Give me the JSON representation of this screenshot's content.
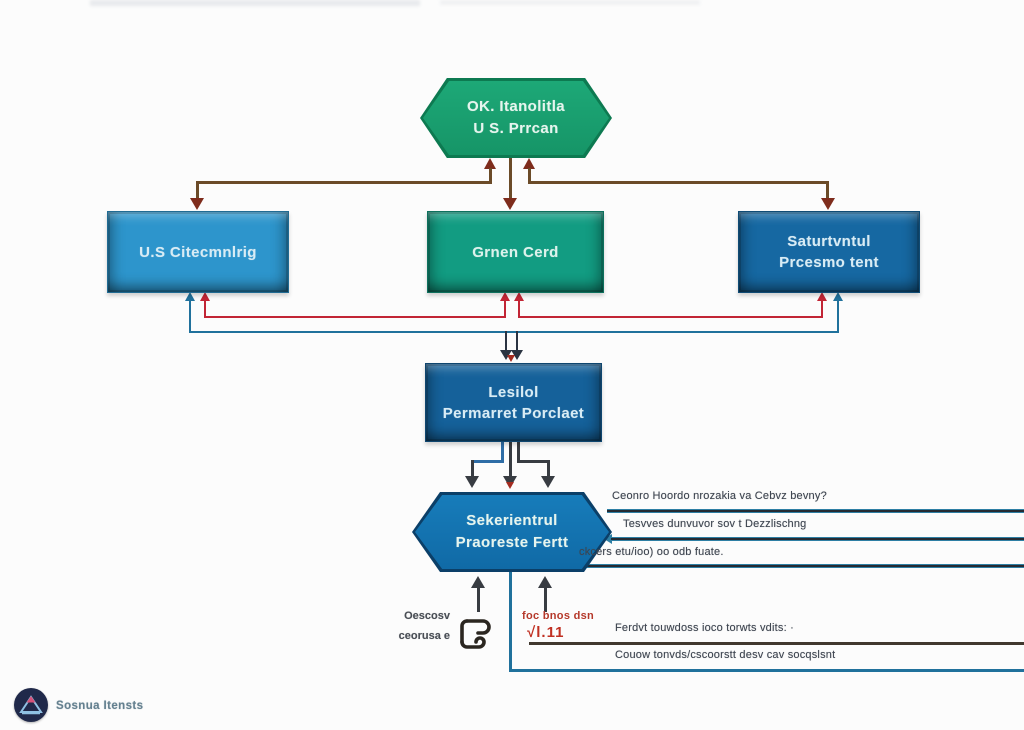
{
  "nodes": {
    "top_hex": {
      "line1": "OK. Itanolitla",
      "line2": "U S. Prrcan"
    },
    "citizenship": {
      "label": "U.S Citecmnlrig"
    },
    "green_card": {
      "label": "Grnen Cerd"
    },
    "presence": {
      "line1": "Saturtvntul",
      "line2": "Prcesmo tent"
    },
    "lpr": {
      "line1": "Lesilol",
      "line2": "Permarret Porclaet"
    },
    "bottom_hex": {
      "line1": "Sekerientrul",
      "line2": "Praoreste Fertt"
    }
  },
  "branch_lines": [
    {
      "label": "Ceonro Hoordo nrozakia va Cebvz bevny?"
    },
    {
      "label": "Tesvves dunvuvor sov t Dezzlischng"
    },
    {
      "label": "ckcers etu/ioo) oo odb fuate."
    }
  ],
  "bottom": {
    "note_line1": "Oescosv",
    "note_line2": "ceorusa e",
    "red_note": "foc bnos dsn",
    "red_formula": "√l.11",
    "rule_top": "Ferdvt touwdoss ioco torwts vdits: ·",
    "rule_bottom": "Couow tonvds/cscoorstt desv cav socqslsnt"
  },
  "footer": {
    "brand": "Sosnua Itensts"
  },
  "colors": {
    "top_hexagon_fill": "#189a6c",
    "top_hexagon_border": "#0d7a51",
    "citizenship_fill": "#2d95cc",
    "green_card_fill": "#129c82",
    "presence_box_fill": "#1668a2",
    "lpr_fill": "#15619a",
    "bottom_hexagon_fill": "#1272b0",
    "bottom_hexagon_border": "#0b3f68",
    "tree_line": "#6b4b28",
    "tree_arrowhead": "#7e2c1c",
    "red_line": "#c22535",
    "blue_line": "#20719c",
    "dark_arrow": "#383c42",
    "bottom_rule": "#41382e",
    "label_text": "#3e4550",
    "red_text": "#b5382a"
  }
}
